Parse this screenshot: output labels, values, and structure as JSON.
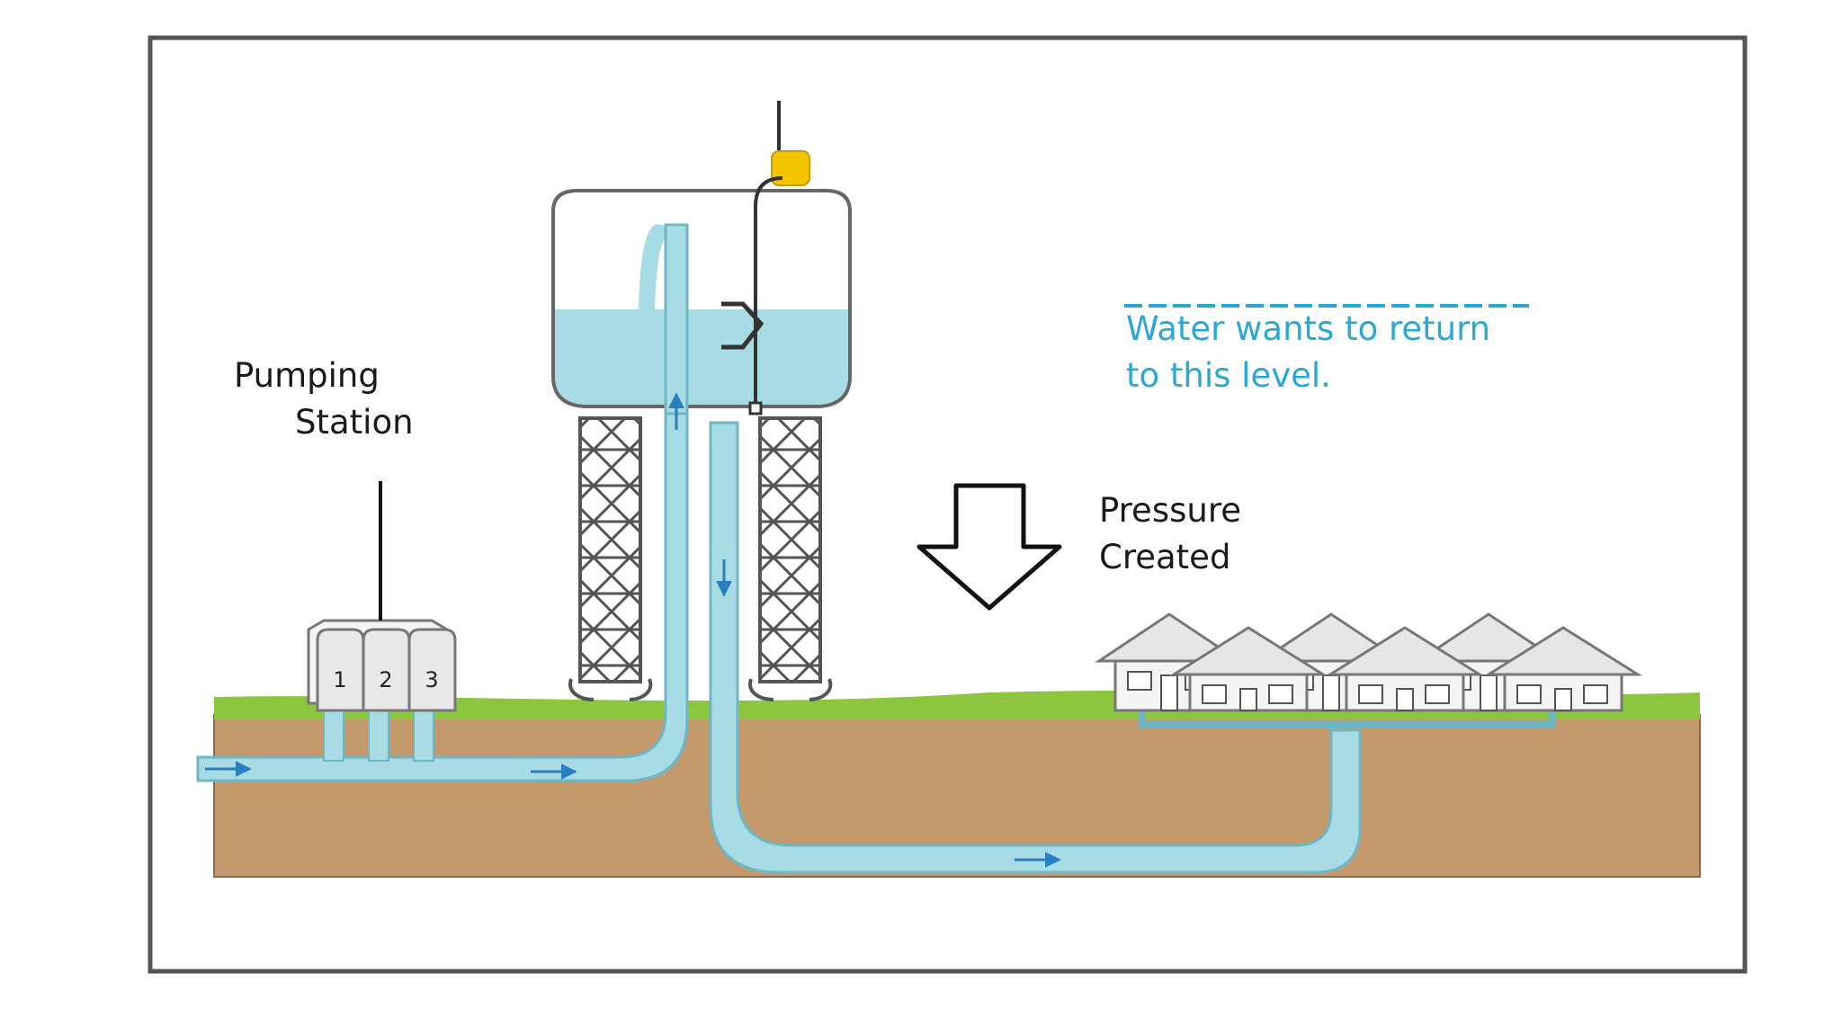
{
  "labels": {
    "pumping_station_line1": "Pumping",
    "pumping_station_line2": "Station",
    "pressure_line1": "Pressure",
    "pressure_line2": "Created",
    "level_line1": "Water wants to return",
    "level_line2": "to this level."
  },
  "pump_numbers": [
    "1",
    "2",
    "3"
  ],
  "colors": {
    "water": "#a8dce4",
    "water_edge": "#6fb6c5",
    "grass": "#8cc63f",
    "soil": "#c49a6c",
    "level_text": "#29a8d8",
    "flow_arrow": "#2a7fc1",
    "sensor": "#f5c400"
  }
}
